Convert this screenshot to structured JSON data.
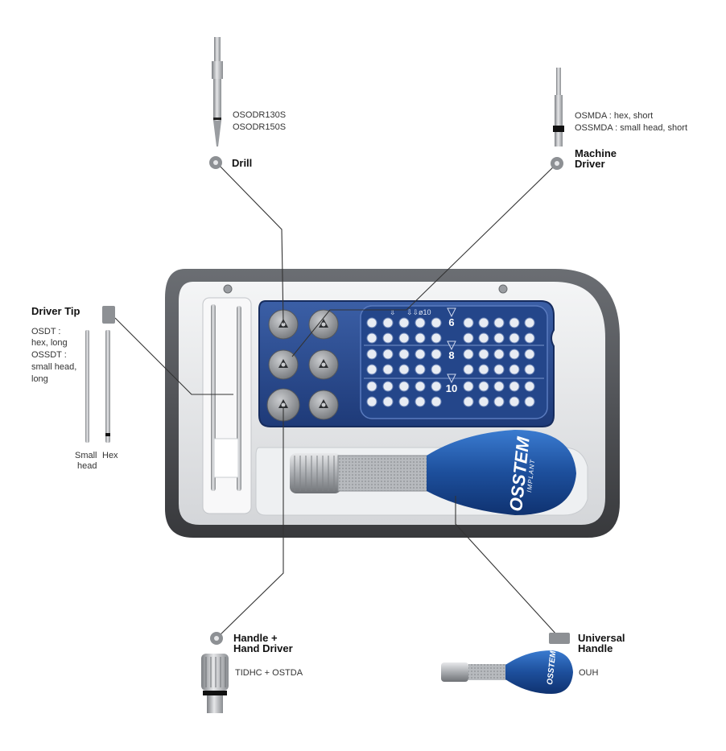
{
  "drill": {
    "title": "Drill",
    "codes": [
      "OSODR130S",
      "OSODR150S"
    ]
  },
  "machine_driver": {
    "title_line1": "Machine",
    "title_line2": "Driver",
    "codes": [
      "OSMDA : hex, short",
      "OSSMDA : small head, short"
    ]
  },
  "driver_tip": {
    "title": "Driver Tip",
    "desc": [
      "OSDT :",
      "hex, long",
      "OSSDT :",
      "small head,",
      "long"
    ],
    "label_small_line1": "Small",
    "label_small_line2": "head",
    "label_hex": "Hex"
  },
  "handle_driver": {
    "title_line1": "Handle +",
    "title_line2": "Hand Driver",
    "code": "TIDHC + OSTDA"
  },
  "universal_handle": {
    "title_line1": "Universal",
    "title_line2": "Handle",
    "code": "OUH"
  },
  "tray": {
    "brand": "OSSTEM",
    "brand_sub": "IMPLANT",
    "slot_labels": [
      "6",
      "8",
      "10"
    ],
    "header_marks": [
      "⇩",
      "⇩⇩",
      "ø10"
    ]
  },
  "colors": {
    "tray_frame": "#4a4c50",
    "tray_inner": "#e6e8ea",
    "blue_panel": "#2a4a8c",
    "blue_handle": "#1f4f9a",
    "screw_grey": "#8d9094"
  }
}
